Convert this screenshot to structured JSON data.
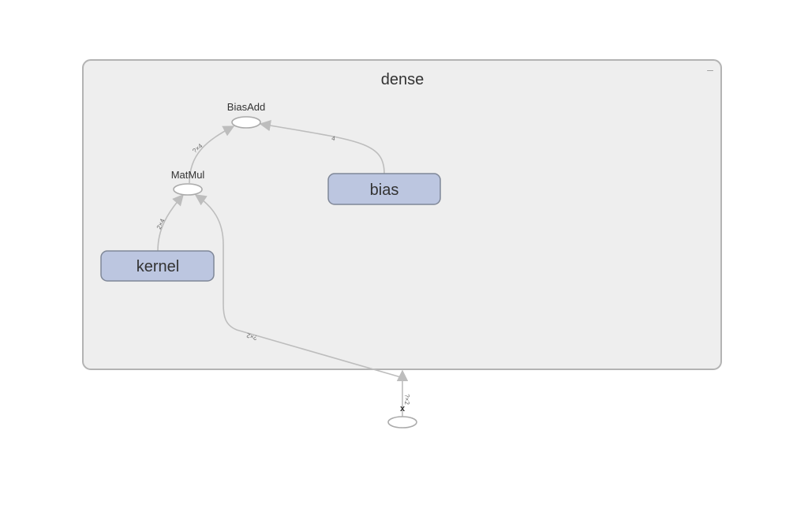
{
  "graph": {
    "group": {
      "title": "dense",
      "collapse_glyph": "–"
    },
    "nodes": {
      "biasadd": {
        "label": "BiasAdd",
        "shape": "ellipse"
      },
      "matmul": {
        "label": "MatMul",
        "shape": "ellipse"
      },
      "bias": {
        "label": "bias",
        "shape": "variable"
      },
      "kernel": {
        "label": "kernel",
        "shape": "variable"
      },
      "x": {
        "label": "x",
        "shape": "ellipse"
      }
    },
    "edges": {
      "matmul_to_biasadd": {
        "from": "MatMul",
        "to": "BiasAdd",
        "label": "?×4"
      },
      "bias_to_biasadd": {
        "from": "bias",
        "to": "BiasAdd",
        "label": "4"
      },
      "kernel_to_matmul": {
        "from": "kernel",
        "to": "MatMul",
        "label": "2×4"
      },
      "x_to_matmul": {
        "from": "x",
        "to": "MatMul",
        "label": "?×2"
      },
      "x_out": {
        "from": "x",
        "to": "dense",
        "label": "?×2"
      }
    },
    "colors": {
      "group_fill": "#eeeeee",
      "group_stroke": "#b3b3b3",
      "variable_fill": "#bcc6e0",
      "variable_stroke": "#7f8797",
      "edge": "#bdbdbd"
    }
  }
}
